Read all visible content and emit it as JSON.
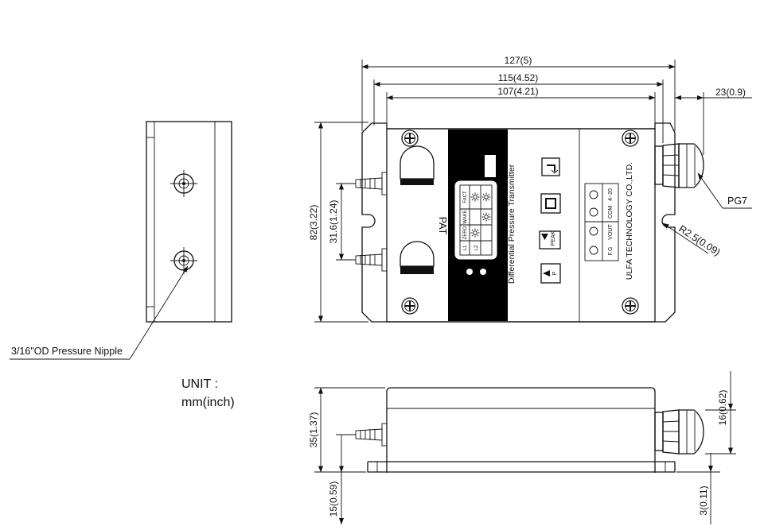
{
  "dimensions": {
    "overall_width": "127(5)",
    "mid_width": "115(4.52)",
    "inner_width": "107(4.21)",
    "gland_length": "23(0.9)",
    "overall_height": "82(3.22)",
    "nipple_spacing": "31.6(1.24)",
    "side_height": "35(1.37)",
    "gland_height": "16(0.62)",
    "nipple_height": "15(0.59)",
    "base_thickness": "3(0.11)",
    "corner_radius": "R2.5(0.09)"
  },
  "labels": {
    "gland": "PG7",
    "nipple": "3/16\"OD Pressure Nipple",
    "unit_line1": "UNIT :",
    "unit_line2": "mm(inch)",
    "pat": "PAT",
    "product": "Differential Pressure Transmitter",
    "company": "ULFA TECHNOLOGY CO.,LTD.",
    "peak": "PEAK",
    "p_button": "P"
  },
  "display_table": [
    "FACT",
    "WAKE",
    "ZERO",
    "L1",
    "L2"
  ],
  "terminals": [
    {
      "top": "4~20",
      "bottom": "COM"
    },
    {
      "top": "VOUT",
      "bottom": "F.G"
    }
  ],
  "colors": {
    "line": "#111111",
    "panel": "#000000",
    "background": "#ffffff"
  }
}
